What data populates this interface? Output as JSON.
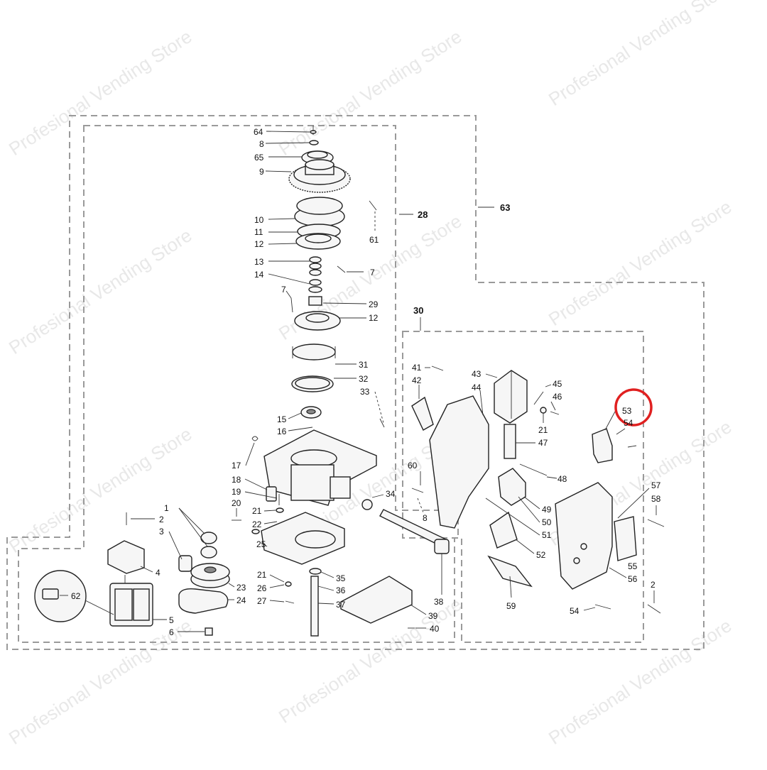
{
  "watermark": "Profesional Vending Store",
  "groups": [
    {
      "id": "g63",
      "label": "63"
    },
    {
      "id": "g28",
      "label": "28"
    },
    {
      "id": "g30",
      "label": "30"
    }
  ],
  "callouts": [
    "64",
    "8",
    "65",
    "9",
    "10",
    "11",
    "12",
    "61",
    "7",
    "13",
    "14",
    "7",
    "29",
    "12",
    "31",
    "32",
    "33",
    "15",
    "16",
    "17",
    "18",
    "19",
    "20",
    "21",
    "22",
    "34",
    "8",
    "25",
    "21",
    "26",
    "27",
    "35",
    "36",
    "37",
    "38",
    "39",
    "40",
    "1",
    "2",
    "3",
    "4",
    "23",
    "24",
    "62",
    "5",
    "6",
    "41",
    "42",
    "43",
    "44",
    "45",
    "46",
    "21",
    "47",
    "48",
    "49",
    "50",
    "51",
    "52",
    "60",
    "53",
    "54",
    "57",
    "58",
    "55",
    "56",
    "2",
    "59",
    "54"
  ],
  "highlight": {
    "label": "53",
    "color": "#e02020"
  },
  "colors": {
    "frame": "#9a9a9a",
    "ink": "#222222",
    "watermark": "#d6d6d6"
  }
}
